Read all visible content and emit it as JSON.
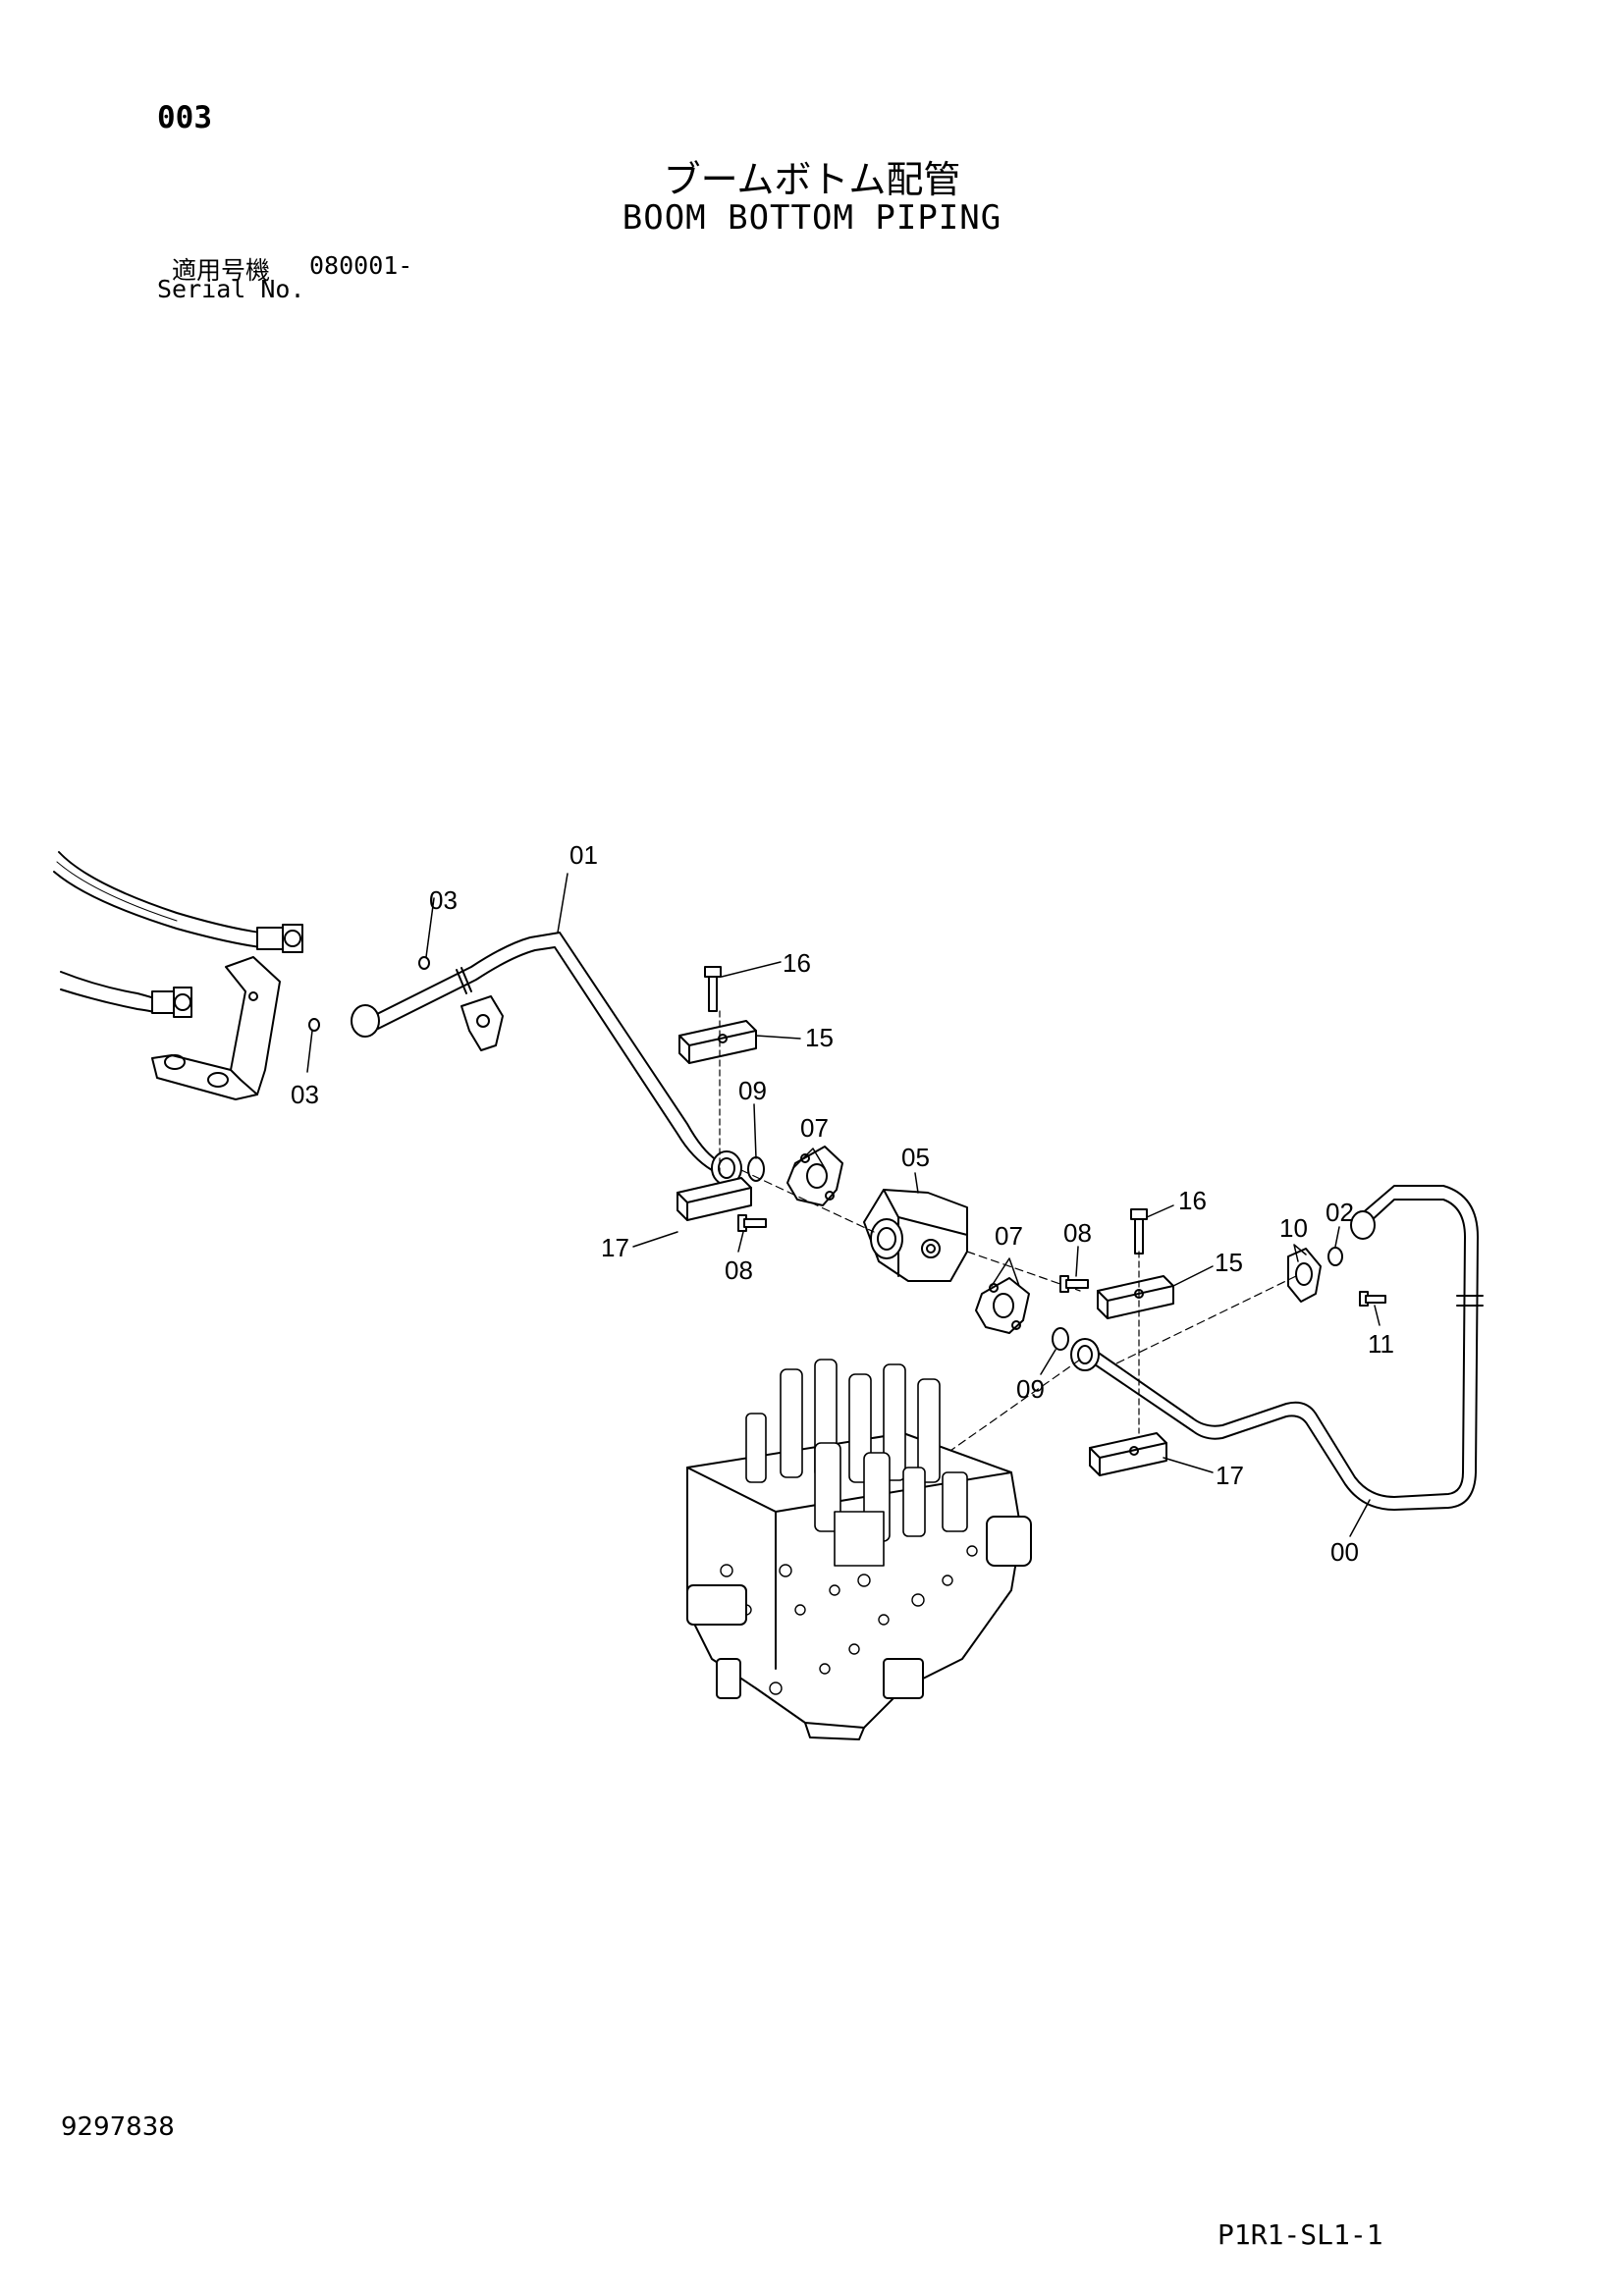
{
  "page": {
    "number": "003",
    "title_jp": "ブームボトム配管",
    "title_en": "BOOM BOTTOM PIPING",
    "serial_label_jp": "適用号機",
    "serial_value": "080001-",
    "serial_label_en": "Serial No.",
    "doc_number": "9297838",
    "sheet_code": "P1R1-SL1-1"
  },
  "callouts": [
    {
      "id": "c-01-top",
      "label": "01"
    },
    {
      "id": "c-03-upper",
      "label": "03"
    },
    {
      "id": "c-03-lower",
      "label": "03"
    },
    {
      "id": "c-16-left",
      "label": "16"
    },
    {
      "id": "c-15-left",
      "label": "15"
    },
    {
      "id": "c-09-upper",
      "label": "09"
    },
    {
      "id": "c-07-left",
      "label": "07"
    },
    {
      "id": "c-05",
      "label": "05"
    },
    {
      "id": "c-17-left",
      "label": "17"
    },
    {
      "id": "c-08-left",
      "label": "08"
    },
    {
      "id": "c-07-right",
      "label": "07"
    },
    {
      "id": "c-08-right",
      "label": "08"
    },
    {
      "id": "c-16-right",
      "label": "16"
    },
    {
      "id": "c-15-right",
      "label": "15"
    },
    {
      "id": "c-10",
      "label": "10"
    },
    {
      "id": "c-02",
      "label": "02"
    },
    {
      "id": "c-11",
      "label": "11"
    },
    {
      "id": "c-09-lower",
      "label": "09"
    },
    {
      "id": "c-17-right",
      "label": "17"
    },
    {
      "id": "c-00",
      "label": "00"
    }
  ]
}
